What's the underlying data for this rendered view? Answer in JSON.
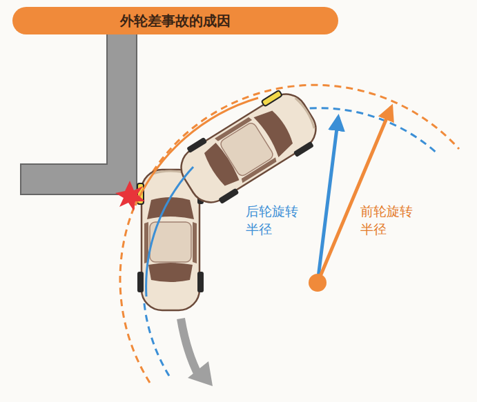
{
  "diagram": {
    "title": "外轮差事故的成因",
    "labels": [
      "后轮旋转 半径",
      "前轮旋转 半径"
    ]
  }
}
